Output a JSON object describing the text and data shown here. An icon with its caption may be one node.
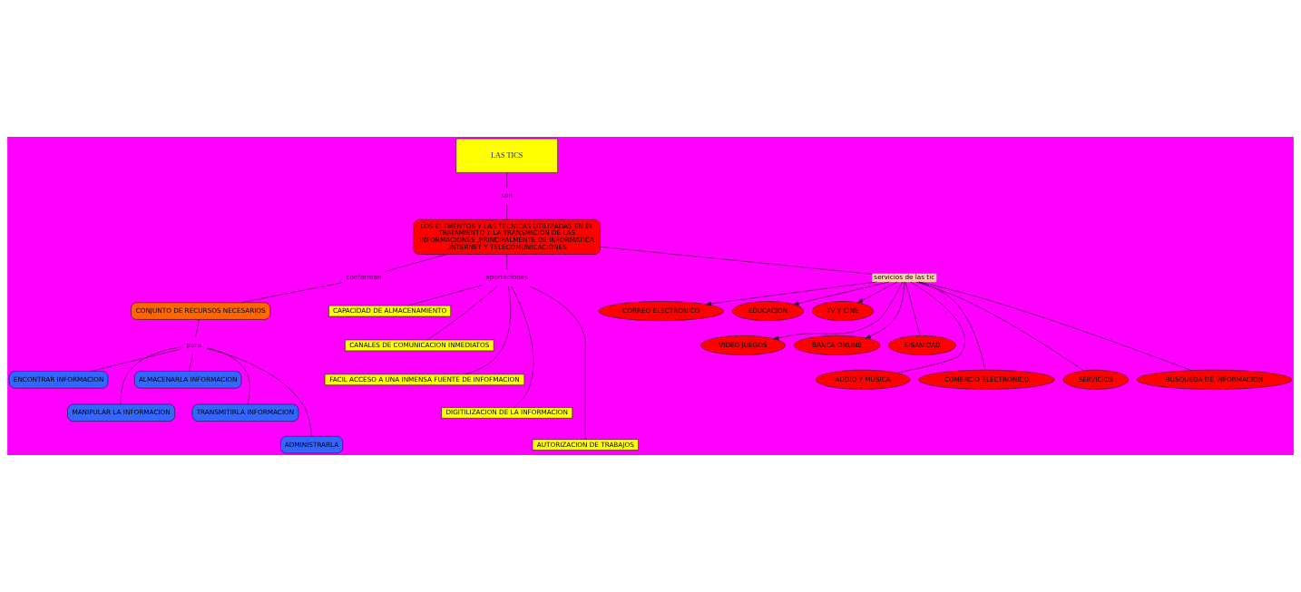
{
  "diagram": {
    "nodes": [
      {
        "text": [
          "LAS TICS"
        ]
      },
      {
        "text": [
          "son"
        ]
      },
      {
        "text": [
          "LOS ELEMENTOS Y LAS TECNICAS UTILIZADAS EN EL TRATAMIENTO Y LA TRANSMICION DE LAS INFORMACIONES ,PRINCIPALMENTE DE INFORMATICA ,INTERNET Y TELECOMUNICACIONES"
        ]
      },
      {
        "text": [
          "conforman"
        ]
      },
      {
        "text": [
          "aportaciones"
        ]
      },
      {
        "text": [
          "servicios de las tic"
        ]
      },
      {
        "text": [
          "CONJUNTO DE RECURSOS NECESARIOS"
        ]
      },
      {
        "text": [
          "para"
        ]
      },
      {
        "text": [
          "ENCONTRAR INFORMACION"
        ]
      },
      {
        "text": [
          "MANIPULAR LA INFORMACION"
        ]
      },
      {
        "text": [
          "ALMACENARLA INFORMACION"
        ]
      },
      {
        "text": [
          "TRANSMITIRLA INFORMACION"
        ]
      },
      {
        "text": [
          "ADMINISTRARLA"
        ]
      },
      {
        "text": [
          "CAPACIDAD DE ALMACENAMIENTO"
        ]
      },
      {
        "text": [
          "CANALES DE COMUNICACION INMEDIATOS"
        ]
      },
      {
        "text": [
          "FACIL ACCESO A UNA INMENSA FUENTE DE INFOFMACION"
        ]
      },
      {
        "text": [
          "DIGITILIZACION DE LA INFORMACION"
        ]
      },
      {
        "text": [
          "AUTORIZACION DE TRABAJOS"
        ]
      },
      {
        "text": [
          "CORREO ELECTRONICO"
        ]
      },
      {
        "text": [
          "EDUCACION"
        ]
      },
      {
        "text": [
          "TV Y CINE"
        ]
      },
      {
        "text": [
          "VIDEO JUEGOS"
        ]
      },
      {
        "text": [
          "BANCA ONLINE"
        ]
      },
      {
        "text": [
          "E-SANIDAD"
        ]
      },
      {
        "text": [
          "AUDIO Y MUSICA"
        ]
      },
      {
        "text": [
          "COMERCIO ELECTRONICO"
        ]
      },
      {
        "text": [
          "SERVICIOS"
        ]
      },
      {
        "text": [
          "BUSQUEDA DE INFORMACION"
        ]
      }
    ],
    "edges": [
      {
        "from": 0,
        "to": 1,
        "arrow": "none"
      },
      {
        "from": 1,
        "to": 2,
        "arrow": "none"
      },
      {
        "from": 2,
        "to": 3,
        "arrow": "none"
      },
      {
        "from": 2,
        "to": 4,
        "arrow": "none"
      },
      {
        "from": 2,
        "to": 5,
        "arrow": "none"
      },
      {
        "from": 3,
        "to": 6,
        "arrow": "none"
      },
      {
        "from": 6,
        "to": 7,
        "arrow": "none"
      },
      {
        "from": 7,
        "to": 8,
        "arrow": "none"
      },
      {
        "from": 7,
        "to": 9,
        "arrow": "none"
      },
      {
        "from": 7,
        "to": 10,
        "arrow": "none"
      },
      {
        "from": 7,
        "to": 11,
        "arrow": "none"
      },
      {
        "from": 7,
        "to": 12,
        "arrow": "none"
      },
      {
        "from": 4,
        "to": 13,
        "arrow": "none"
      },
      {
        "from": 4,
        "to": 14,
        "arrow": "none"
      },
      {
        "from": 4,
        "to": 15,
        "arrow": "none"
      },
      {
        "from": 4,
        "to": 16,
        "arrow": "none"
      },
      {
        "from": 4,
        "to": 17,
        "arrow": "none"
      },
      {
        "from": 5,
        "to": 18,
        "arrow": "to"
      },
      {
        "from": 5,
        "to": 19,
        "arrow": "to"
      },
      {
        "from": 5,
        "to": 20,
        "arrow": "to"
      },
      {
        "from": 5,
        "to": 21,
        "arrow": "to"
      },
      {
        "from": 5,
        "to": 22,
        "arrow": "to"
      },
      {
        "from": 5,
        "to": 23,
        "arrow": "none"
      },
      {
        "from": 5,
        "to": 24,
        "arrow": "none"
      },
      {
        "from": 5,
        "to": 25,
        "arrow": "none"
      },
      {
        "from": 5,
        "to": 26,
        "arrow": "none"
      },
      {
        "from": 5,
        "to": 27,
        "arrow": "none"
      }
    ]
  }
}
